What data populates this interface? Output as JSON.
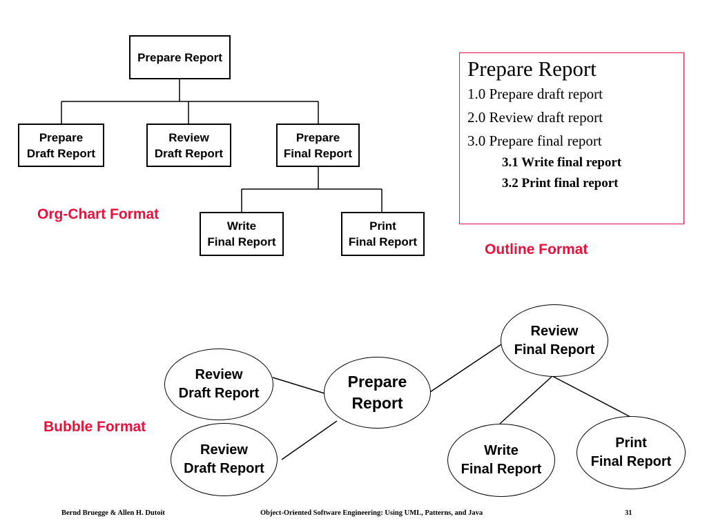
{
  "org_chart": {
    "label": "Org-Chart Format",
    "root": [
      "Prepare Report"
    ],
    "draft": [
      "Prepare",
      "Draft Report"
    ],
    "review": [
      "Review",
      "Draft Report"
    ],
    "final": [
      "Prepare",
      "Final Report"
    ],
    "write": [
      "Write",
      "Final Report"
    ],
    "print": [
      "Print",
      "Final Report"
    ]
  },
  "outline": {
    "label": "Outline Format",
    "title": "Prepare Report",
    "items": [
      "1.0 Prepare draft report",
      "2.0 Review draft report",
      "3.0 Prepare final report"
    ],
    "subitems": [
      "3.1 Write final report",
      "3.2 Print final report"
    ],
    "border_color": "#e8113b"
  },
  "bubble": {
    "label": "Bubble Format",
    "center": [
      "Prepare",
      "Report"
    ],
    "left_top": [
      "Review",
      "Draft Report"
    ],
    "left_bottom": [
      "Review",
      "Draft Report"
    ],
    "right_top": [
      "Review",
      "Final Report"
    ],
    "right_write": [
      "Write",
      "Final Report"
    ],
    "right_print": [
      "Print",
      "Final Report"
    ]
  },
  "footer": {
    "authors": "Bernd Bruegge & Allen H. Dutoit",
    "book": "Object-Oriented Software Engineering: Using UML, Patterns, and Java",
    "page": "31"
  },
  "colors": {
    "accent": "#e8113b"
  }
}
